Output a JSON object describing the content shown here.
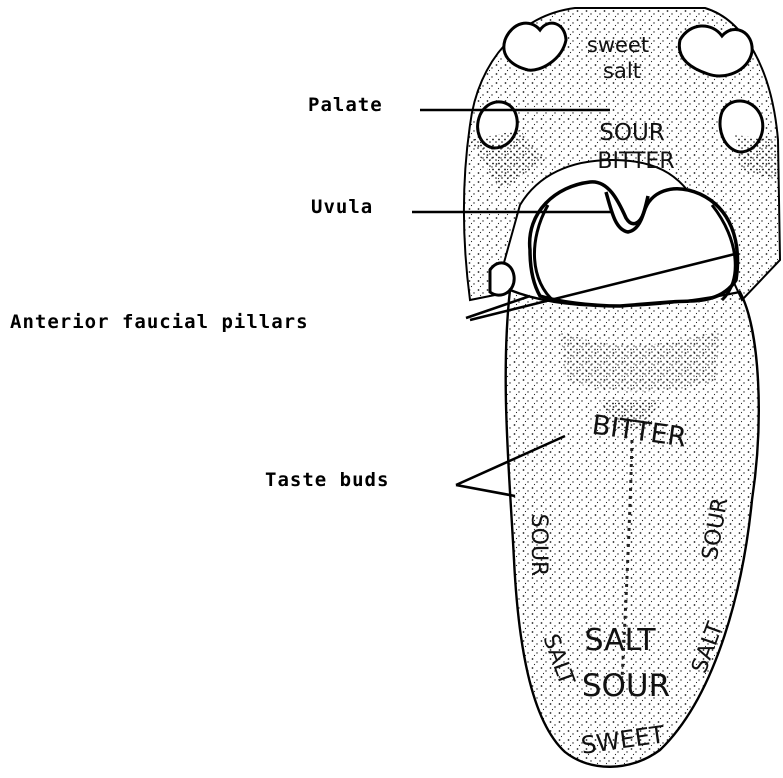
{
  "callouts": {
    "palate": "Palate",
    "uvula": "Uvula",
    "pillars": "Anterior faucial pillars",
    "taste_buds": "Taste buds"
  },
  "palate_regions": {
    "sweet": "sweet",
    "salt": "salt",
    "sour": "SOUR",
    "bitter": "BITTER"
  },
  "tongue_regions": {
    "bitter": "BITTER",
    "sour_left": "SOUR",
    "sour_right": "SOUR",
    "salt_left": "SALT",
    "salt_right": "SALT",
    "salt_center": "SALT",
    "sour_center": "SOUR",
    "sweet": "SWEET"
  },
  "colors": {
    "ink": "#000000",
    "paper": "#ffffff",
    "stipple": "#222222"
  }
}
